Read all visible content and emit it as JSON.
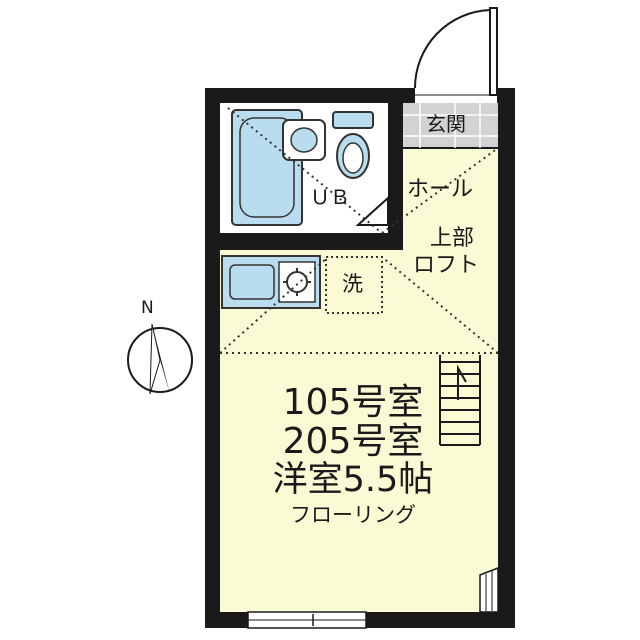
{
  "labels": {
    "entrance": "玄関",
    "unit_bath": "ＵＢ",
    "hall": "ホール",
    "loft_line1": "上部",
    "loft_line2": "ロフト",
    "washer": "洗"
  },
  "room": {
    "number_1": "105号室",
    "number_2": "205号室",
    "type_size": "洋室5.5帖",
    "floor": "フローリング"
  },
  "compass": {
    "north_label": "N"
  },
  "colors": {
    "floor": "#fafad4",
    "fixtures": "#b9dcee",
    "wall": "#1a1a1a",
    "entrance_floor": "#d2d2d2"
  }
}
